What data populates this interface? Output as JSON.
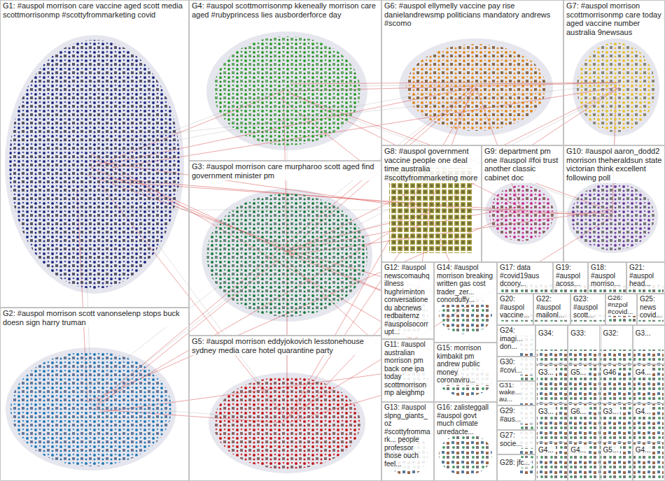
{
  "diagram": {
    "nodes": [
      {
        "text": [
          "G1: #auspol morrison care vaccine aged scott media scottmorrisonmp #scottyfrommarketing covid"
        ]
      },
      {
        "text": [
          "G4: #auspol scottmorrisonmp kkeneally morrison care aged #rubyprincess lies ausborderforce day"
        ]
      },
      {
        "text": [
          "G6: #auspol ellymelly vaccine pay rise danielandrewsmp politicians mandatory andrews #scomo"
        ]
      },
      {
        "text": [
          "G7: #auspol morrison scottmorrisonmp care today aged vaccine number australia 9newsaus"
        ]
      },
      {
        "text": [
          "G3: #auspol morrison care murpharoo scott aged find government minister pm"
        ]
      },
      {
        "text": [
          "G8: #auspol government vaccine people one deal time australia #scottyfrommarketing more"
        ]
      },
      {
        "text": [
          "G9: department pm one #auspol #foi trust another classic cabinet doc"
        ]
      },
      {
        "text": [
          "G10: #auspol aaron_dodd2 morrison theheraldsun state victorian think excellent following poll"
        ]
      },
      {
        "text": [
          "G2: #auspol morrison scott vanonselenp stops buck doesn sign harry truman"
        ]
      },
      {
        "text": [
          "G5: #auspol morrison eddyjokovich lesstonehouse sydney media care hotel quarantine party"
        ]
      },
      {
        "text": [
          "G12: #auspol newscomauhq illness hughriminton conversationedu abcnews redbaiternz #auspolsocorrupt..."
        ]
      },
      {
        "text": [
          "G11: #auspol australian morrison pm back one ipa today scottmorrisonmp aleighmp"
        ]
      },
      {
        "text": [
          "G13: #auspol slpng_giants_oz #scottyfrommark... people professor those ouch feel..."
        ]
      },
      {
        "text": [
          "G14: #auspol morrison breaking written gas cost trader_zer... conorduffy..."
        ]
      },
      {
        "text": [
          "G15: morrison kimbakit pm andrew public money coronaviru..."
        ]
      },
      {
        "text": [
          "G16: zalisteggall #auspol govt much climate unredacte..."
        ]
      },
      {
        "text": [
          "G17: data #covid19aus dcoory..."
        ]
      },
      {
        "text": [
          "G19: #auspol acoss..."
        ]
      },
      {
        "text": [
          "G18: #auspol morriso..."
        ]
      },
      {
        "text": [
          "G21: #auspol head..."
        ]
      },
      {
        "text": [
          "G20: #auspol vaccine..."
        ]
      },
      {
        "text": [
          "G22: #auspol mailonl..."
        ]
      },
      {
        "text": [
          "G23: #auspol scott..."
        ]
      },
      {
        "text": [
          "G26: #nzpol #covid..."
        ]
      },
      {
        "text": [
          "G25: news covid..."
        ]
      },
      {
        "text": [
          "G24: imagi... don..."
        ]
      },
      {
        "text": [
          "G30: #covi..."
        ]
      },
      {
        "text": [
          "G31: wake... au..."
        ]
      },
      {
        "text": [
          "G29: #aus..."
        ]
      },
      {
        "text": [
          "G27: socie..."
        ]
      },
      {
        "text": [
          "G28: jfc..."
        ]
      },
      {
        "text": [
          "G34:"
        ]
      },
      {
        "text": [
          "G33:"
        ]
      },
      {
        "text": [
          "G32:"
        ]
      },
      {
        "text": [
          "G3..."
        ]
      },
      {
        "text": [
          "G3..."
        ]
      },
      {
        "text": [
          "G5..."
        ]
      },
      {
        "text": [
          "G46"
        ]
      },
      {
        "text": [
          "G4..."
        ]
      },
      {
        "text": [
          "G3..."
        ]
      },
      {
        "text": [
          "G6..."
        ]
      },
      {
        "text": [
          "G3..."
        ]
      },
      {
        "text": [
          "G4..."
        ]
      },
      {
        "text": [
          "G4..."
        ]
      },
      {
        "text": [
          "G4..."
        ]
      },
      {
        "text": [
          "G5..."
        ]
      },
      {
        "text": [
          "G4..."
        ]
      }
    ]
  }
}
